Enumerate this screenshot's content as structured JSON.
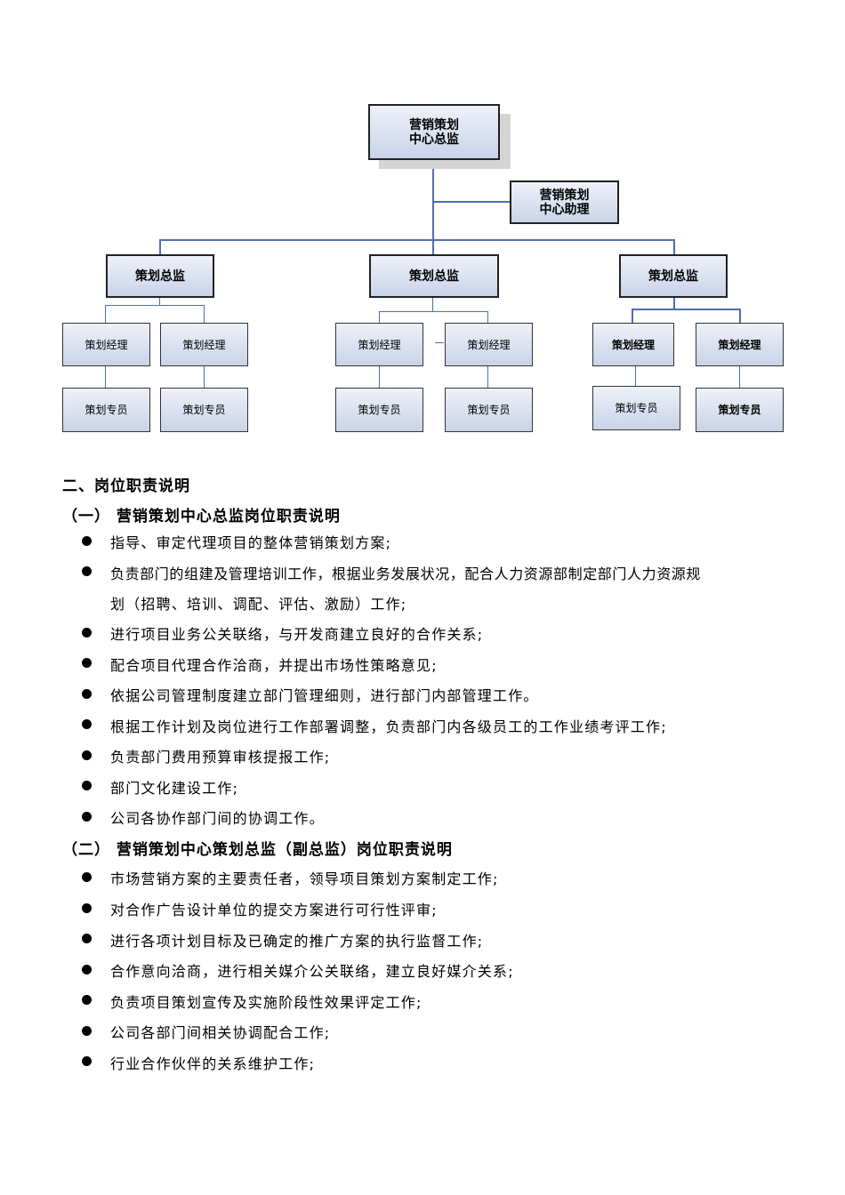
{
  "org_chart": {
    "top": {
      "line1": "营销策划",
      "line2": "中心总监"
    },
    "assistant": {
      "line1": "营销策划",
      "line2": "中心助理"
    },
    "directors": [
      "策划总监",
      "策划总监",
      "策划总监"
    ],
    "managers": [
      "策划经理",
      "策划经理",
      "策划经理",
      "策划经理",
      "策划经理",
      "策划经理"
    ],
    "specialists": [
      "策划专员",
      "策划专员",
      "策划专员",
      "策划专员",
      "策划专员",
      "策划专员"
    ]
  },
  "section_title": "二、岗位职责说明",
  "section1": {
    "title": "（一） 营销策划中心总监岗位职责说明",
    "items": [
      "指导、审定代理项目的整体营销策划方案;",
      "负责部门的组建及管理培训工作，根据业务发展状况，配合人力资源部制定部门人力资源规",
      "划（招聘、培训、调配、评估、激励）工作;",
      "进行项目业务公关联络，与开发商建立良好的合作关系;",
      "配合项目代理合作洽商，并提出市场性策略意见;",
      "依据公司管理制度建立部门管理细则，进行部门内部管理工作。",
      "根据工作计划及岗位进行工作部署调整，负责部门内各级员工的工作业绩考评工作;",
      "负责部门费用预算审核提报工作;",
      "部门文化建设工作;",
      "公司各协作部门间的协调工作。"
    ]
  },
  "section2": {
    "title": "（二） 营销策划中心策划总监（副总监）岗位职责说明",
    "items": [
      "市场营销方案的主要责任者，领导项目策划方案制定工作;",
      "对合作广告设计单位的提交方案进行可行性评审;",
      "进行各项计划目标及已确定的推广方案的执行监督工作;",
      "合作意向洽商，进行相关媒介公关联络，建立良好媒介关系;",
      "负责项目策划宣传及实施阶段性效果评定工作;",
      "公司各部门间相关协调配合工作;",
      "行业合作伙伴的关系维护工作;"
    ]
  }
}
